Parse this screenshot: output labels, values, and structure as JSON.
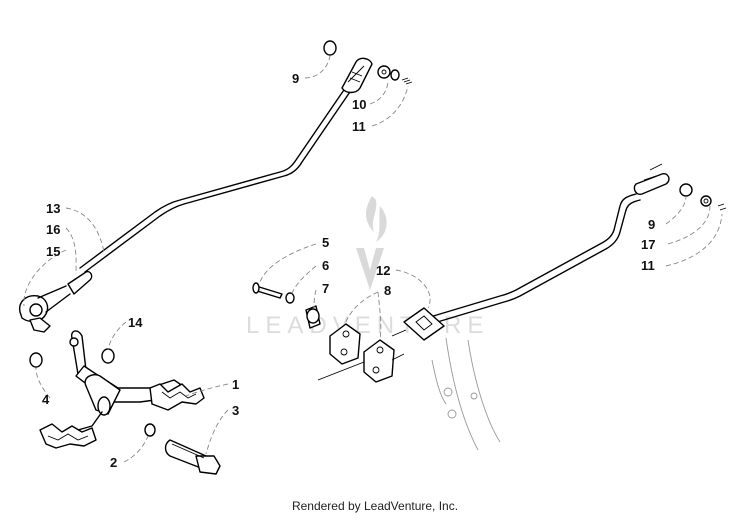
{
  "watermark": {
    "brand": "LEADVENTURE"
  },
  "callouts": [
    "1",
    "2",
    "3",
    "4",
    "5",
    "6",
    "7",
    "8",
    "9",
    "10",
    "11",
    "12",
    "13",
    "14",
    "15",
    "16",
    "9",
    "17",
    "11"
  ],
  "footer": {
    "text": "Rendered by LeadVenture, Inc."
  },
  "colors": {
    "line": "#000000",
    "leader": "#888888",
    "watermark": "#d9d9d9"
  }
}
